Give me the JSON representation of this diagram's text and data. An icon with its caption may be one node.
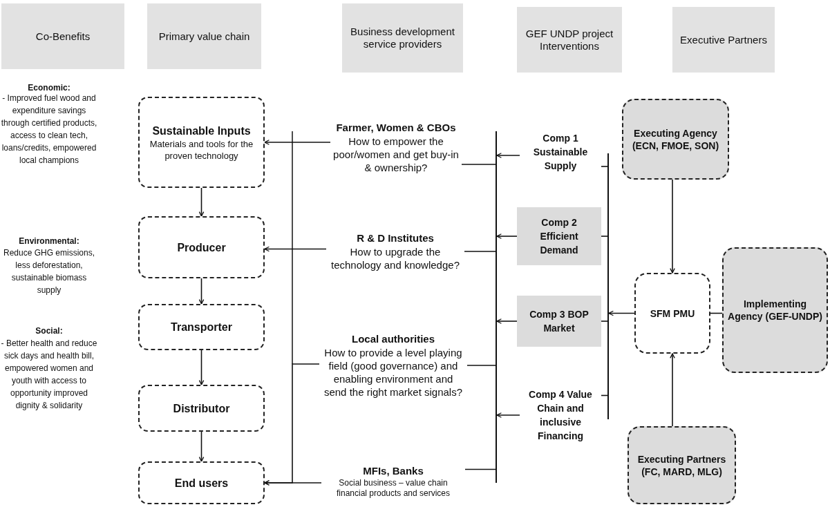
{
  "diagram": {
    "nodes": [
      {
        "text": [
          "Co-Benefits"
        ]
      },
      {
        "text": [
          "Primary value chain"
        ]
      },
      {
        "text": [
          "Business development service providers"
        ]
      },
      {
        "text": [
          "GEF UNDP project Interventions"
        ]
      },
      {
        "text": [
          "Executive Partners"
        ]
      },
      {
        "text": [
          "Sustainable Inputs",
          "Materials and tools for the proven technology"
        ]
      },
      {
        "text": [
          "Producer"
        ]
      },
      {
        "text": [
          "Transporter"
        ]
      },
      {
        "text": [
          "Distributor"
        ]
      },
      {
        "text": [
          "End users"
        ]
      },
      {
        "text": [
          "Farmer, Women & CBOs",
          "How to empower the poor/women and get buy-in & ownership?"
        ]
      },
      {
        "text": [
          "R & D Institutes",
          "How to upgrade the technology and knowledge?"
        ]
      },
      {
        "text": [
          "Local authorities",
          "How to provide a level playing field (good governance) and enabling environment and send the right market signals?"
        ]
      },
      {
        "text": [
          "MFIs, Banks",
          "Social business – value chain financial products and services"
        ]
      },
      {
        "text": [
          "Comp 1 Sustainable Supply"
        ]
      },
      {
        "text": [
          "Comp 2 Efficient Demand"
        ]
      },
      {
        "text": [
          "Comp 3 BOP Market"
        ]
      },
      {
        "text": [
          "Comp 4 Value Chain and inclusive Financing"
        ]
      },
      {
        "text": [
          "Executing Agency (ECN, FMOE, SON)"
        ]
      },
      {
        "text": [
          "SFM PMU"
        ]
      },
      {
        "text": [
          "Implementing Agency (GEF-UNDP)"
        ]
      },
      {
        "text": [
          "Executing Partners (FC, MARD, MLG)"
        ]
      },
      {
        "text": [],
        "shape": "bar"
      },
      {
        "text": [],
        "shape": "bar"
      }
    ],
    "edges": [
      {
        "from": 5,
        "to": 6,
        "arrow": "to"
      },
      {
        "from": 6,
        "to": 7,
        "arrow": "to"
      },
      {
        "from": 7,
        "to": 8,
        "arrow": "to"
      },
      {
        "from": 8,
        "to": 9,
        "arrow": "to"
      },
      {
        "from": 10,
        "to": 5,
        "arrow": "to"
      },
      {
        "from": 11,
        "to": 6,
        "arrow": "to"
      },
      {
        "from": 12,
        "to": 9,
        "arrow": "to"
      },
      {
        "from": 13,
        "to": 9,
        "arrow": "to"
      },
      {
        "from": 14,
        "to": 22,
        "arrow": "to"
      },
      {
        "from": 15,
        "to": 22,
        "arrow": "to"
      },
      {
        "from": 16,
        "to": 22,
        "arrow": "to"
      },
      {
        "from": 17,
        "to": 22,
        "arrow": "to"
      },
      {
        "from": 19,
        "to": 23,
        "arrow": "to"
      },
      {
        "from": 18,
        "to": 19,
        "arrow": "to"
      },
      {
        "from": 21,
        "to": 19,
        "arrow": "to"
      },
      {
        "from": 19,
        "to": 20,
        "arrow": "none"
      },
      {
        "from": 10,
        "to": 22,
        "arrow": "none"
      },
      {
        "from": 11,
        "to": 22,
        "arrow": "none"
      },
      {
        "from": 12,
        "to": 22,
        "arrow": "none"
      },
      {
        "from": 13,
        "to": 22,
        "arrow": "none"
      },
      {
        "from": 14,
        "to": 23,
        "arrow": "none"
      },
      {
        "from": 15,
        "to": 23,
        "arrow": "none"
      },
      {
        "from": 16,
        "to": 23,
        "arrow": "none"
      },
      {
        "from": 17,
        "to": 23,
        "arrow": "none"
      }
    ],
    "labels": [
      "Economic:",
      "- Improved fuel wood and expenditure savings through certified products, access to clean tech, loans/credits, empowered local champions",
      "Environmental:",
      "Reduce GHG emissions, less deforestation, sustainable biomass supply",
      "Social:",
      "- Better health and reduce sick days and health bill, empowered women and youth with access to opportunity improved dignity & solidarity"
    ]
  }
}
